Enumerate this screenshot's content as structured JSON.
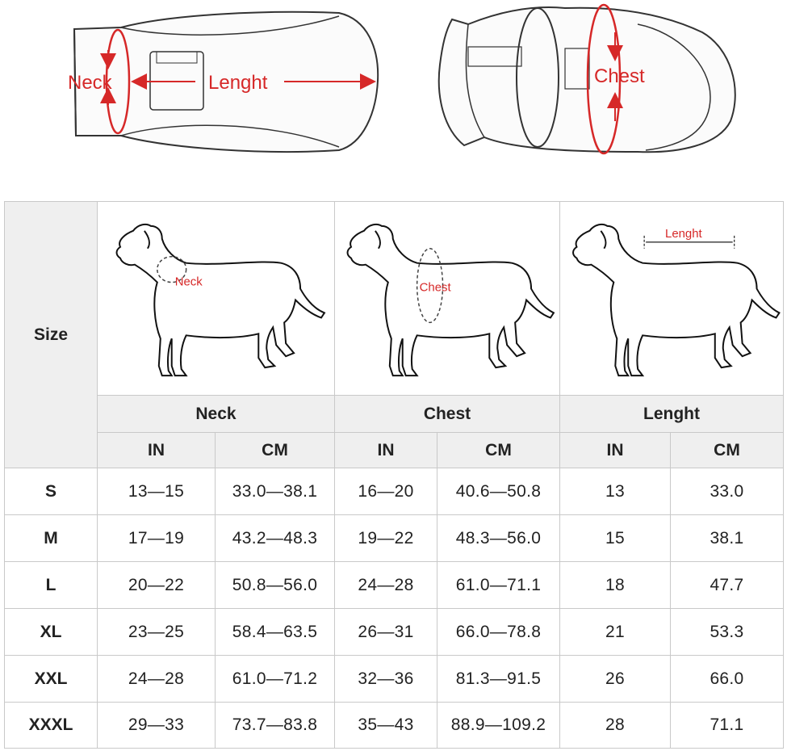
{
  "top": {
    "neck_label": "Neck",
    "length_label": "Lenght",
    "chest_label": "Chest"
  },
  "table": {
    "size_header": "Size",
    "diagram_labels": {
      "neck": "Neck",
      "chest": "Chest",
      "length": "Lenght"
    },
    "groups": [
      "Neck",
      "Chest",
      "Lenght"
    ],
    "units": [
      "IN",
      "CM",
      "IN",
      "CM",
      "IN",
      "CM"
    ],
    "rows": [
      {
        "size": "S",
        "neck_in": "13—15",
        "neck_cm": "33.0—38.1",
        "chest_in": "16—20",
        "chest_cm": "40.6—50.8",
        "len_in": "13",
        "len_cm": "33.0"
      },
      {
        "size": "M",
        "neck_in": "17—19",
        "neck_cm": "43.2—48.3",
        "chest_in": "19—22",
        "chest_cm": "48.3—56.0",
        "len_in": "15",
        "len_cm": "38.1"
      },
      {
        "size": "L",
        "neck_in": "20—22",
        "neck_cm": "50.8—56.0",
        "chest_in": "24—28",
        "chest_cm": "61.0—71.1",
        "len_in": "18",
        "len_cm": "47.7"
      },
      {
        "size": "XL",
        "neck_in": "23—25",
        "neck_cm": "58.4—63.5",
        "chest_in": "26—31",
        "chest_cm": "66.0—78.8",
        "len_in": "21",
        "len_cm": "53.3"
      },
      {
        "size": "XXL",
        "neck_in": "24—28",
        "neck_cm": "61.0—71.2",
        "chest_in": "32—36",
        "chest_cm": "81.3—91.5",
        "len_in": "26",
        "len_cm": "66.0"
      },
      {
        "size": "XXXL",
        "neck_in": "29—33",
        "neck_cm": "73.7—83.8",
        "chest_in": "35—43",
        "chest_cm": "88.9—109.2",
        "len_in": "28",
        "len_cm": "71.1"
      }
    ]
  },
  "colors": {
    "accent_red": "#d62828",
    "header_grey": "#efefef",
    "grid_line": "#c9c9c9"
  }
}
